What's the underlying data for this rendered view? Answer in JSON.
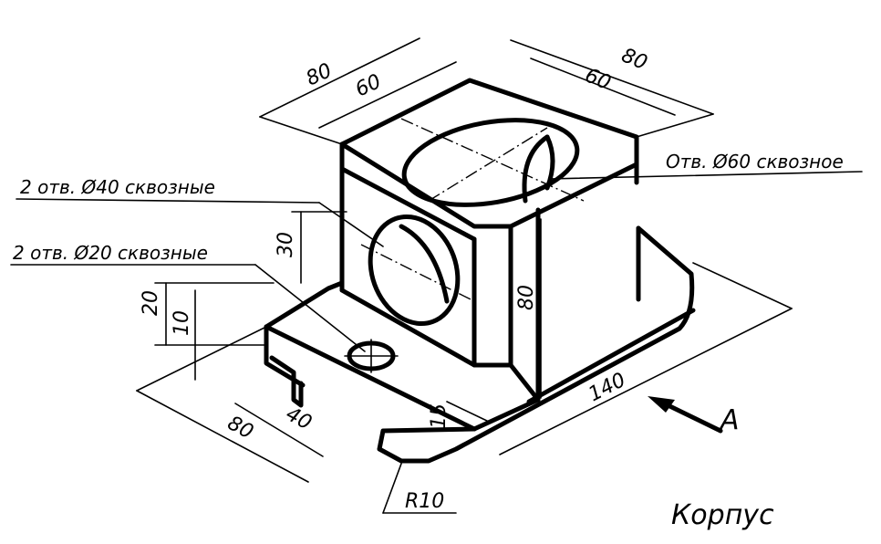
{
  "dimensions": {
    "top_left_80": "80",
    "top_left_60": "60",
    "top_right_80": "80",
    "top_right_60": "60",
    "height_30": "30",
    "height_80": "80",
    "base_20": "20",
    "base_10": "10",
    "base_80": "80",
    "base_40": "40",
    "base_15": "15",
    "length_140": "140",
    "radius": "R10"
  },
  "notes": {
    "hole_60": "Отв. Ø60 сквозное",
    "holes_40": "2 отв. Ø40  сквозные",
    "holes_20": "2 отв. Ø20 сквозные"
  },
  "view_label": "A",
  "title": "Корпус"
}
